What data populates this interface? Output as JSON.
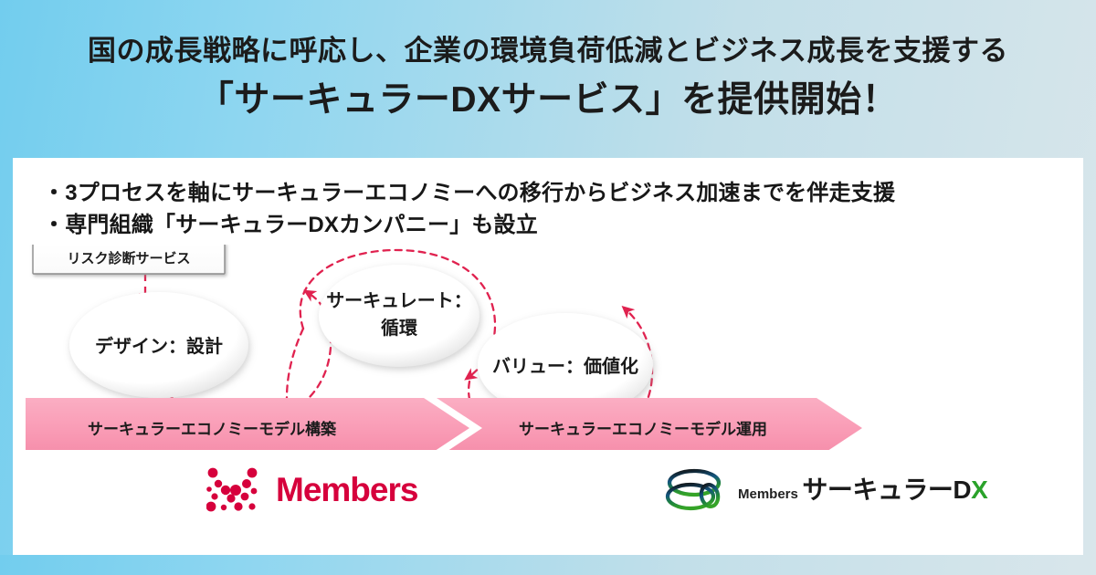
{
  "header": {
    "line1": "国の成長戦略に呼応し、企業の環境負荷低減とビジネス成長を支援する",
    "line2": "「サーキュラーDXサービス」を提供開始！"
  },
  "bullets": [
    "・3プロセスを軸にサーキュラーエコノミーへの移行からビジネス加速までを伴走支援",
    "・専門組織「サーキュラーDXカンパニー」も設立"
  ],
  "diagram": {
    "risk_box_label": "リスク診断サービス",
    "circles": [
      {
        "line1": "デザイン：設計",
        "line2": ""
      },
      {
        "line1": "サーキュレート：",
        "line2": "循環"
      },
      {
        "line1": "バリュー：価値化",
        "line2": ""
      }
    ],
    "banner": [
      "サーキュラーエコノミーモデル構築",
      "サーキュラーエコノミーモデル運用"
    ]
  },
  "logos": {
    "members": {
      "wordmark": "Members"
    },
    "circular_dx": {
      "small": "Members",
      "big_prefix": "サーキュラー",
      "big_d": "D",
      "big_x": "X"
    }
  },
  "colors": {
    "bg_left": "#72cdee",
    "bg_right": "#d9e6eb",
    "panel": "#ffffff",
    "accent_pink": "#f99bb5",
    "dash_red": "#e0224f",
    "brand_red": "#d6003c",
    "brand_green": "#2aa22a",
    "text": "#171717"
  }
}
